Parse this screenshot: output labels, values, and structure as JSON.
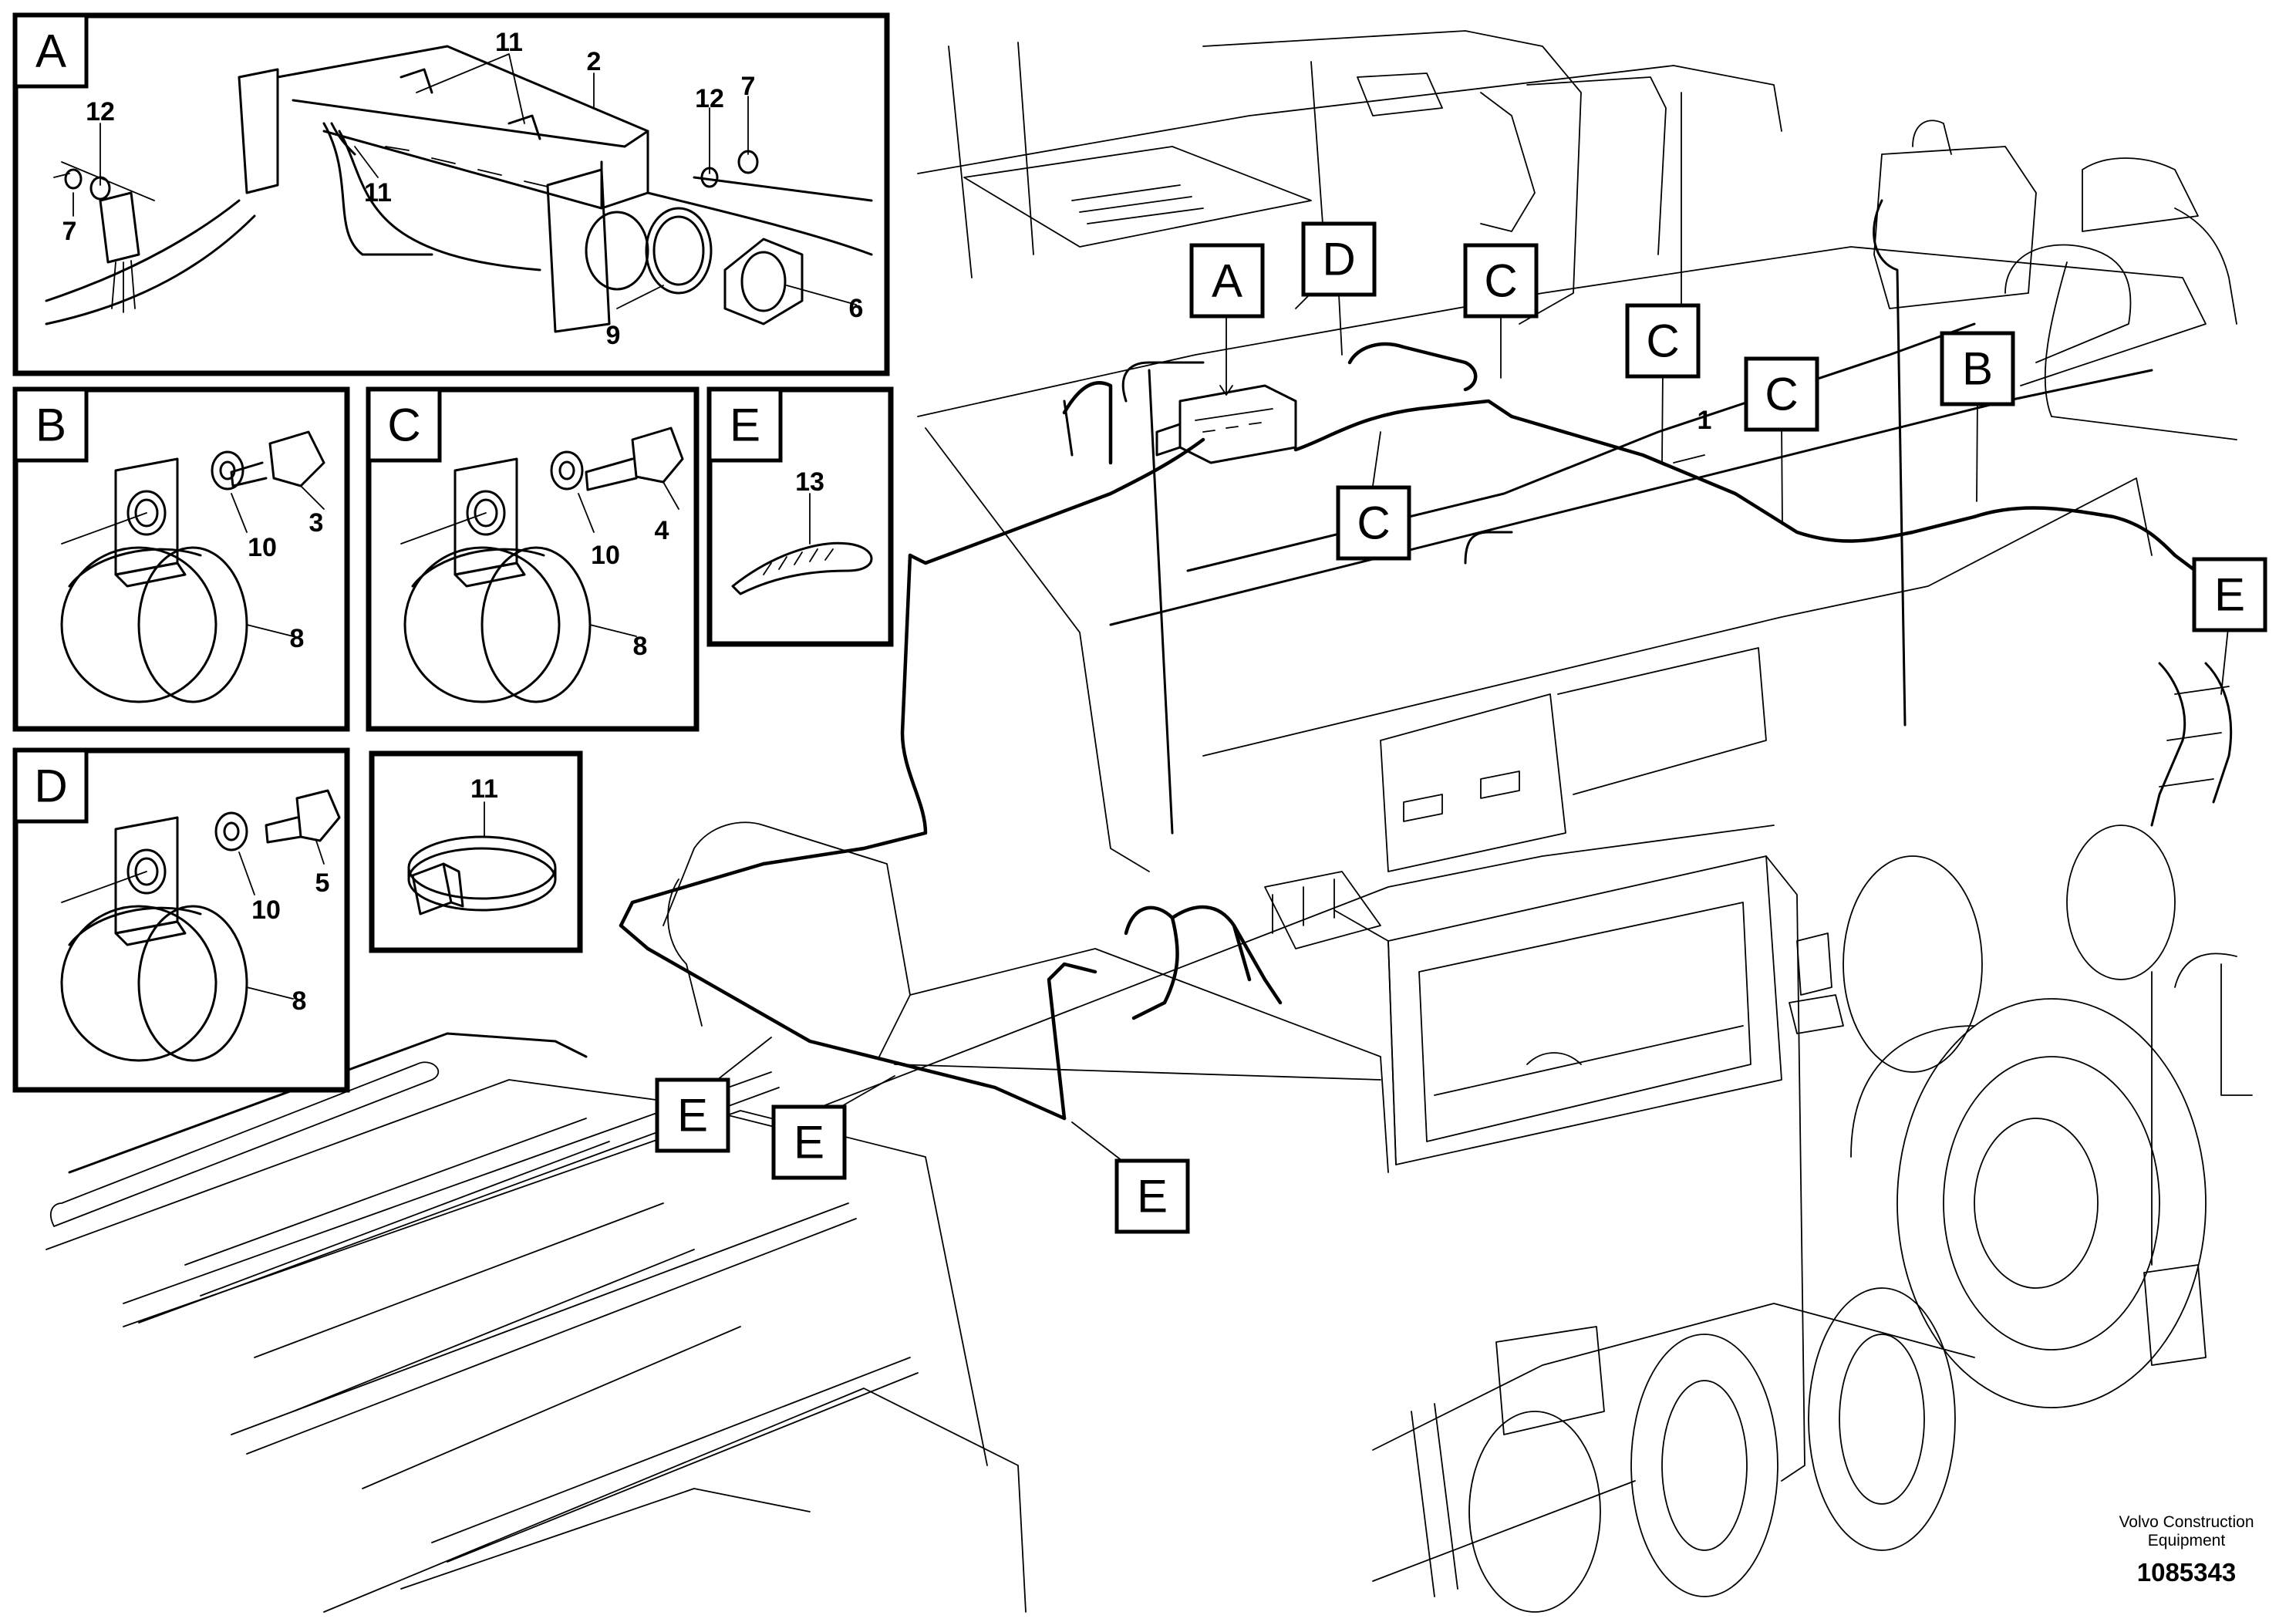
{
  "detail_panels": [
    {
      "id": "A",
      "label": "A"
    },
    {
      "id": "B",
      "label": "B"
    },
    {
      "id": "C",
      "label": "C"
    },
    {
      "id": "D",
      "label": "D"
    },
    {
      "id": "E",
      "label": "E"
    },
    {
      "id": "clamp11",
      "label": ""
    }
  ],
  "callouts": [
    {
      "key": "A",
      "text": "A"
    },
    {
      "key": "D",
      "text": "D"
    },
    {
      "key": "C1",
      "text": "C"
    },
    {
      "key": "C2",
      "text": "C"
    },
    {
      "key": "C3",
      "text": "C"
    },
    {
      "key": "C4",
      "text": "C"
    },
    {
      "key": "B",
      "text": "B"
    },
    {
      "key": "E1",
      "text": "E"
    },
    {
      "key": "E2",
      "text": "E"
    },
    {
      "key": "E3",
      "text": "E"
    },
    {
      "key": "E4",
      "text": "E"
    }
  ],
  "part_numbers": {
    "A": [
      "11",
      "2",
      "12",
      "7",
      "12",
      "7",
      "11",
      "9",
      "6"
    ],
    "B": [
      "10",
      "3",
      "8"
    ],
    "C": [
      "10",
      "4",
      "8"
    ],
    "D": [
      "10",
      "5",
      "8"
    ],
    "E": [
      "13"
    ],
    "clamp": [
      "11"
    ],
    "main": [
      "1"
    ]
  },
  "footer": {
    "brand_line1": "Volvo Construction",
    "brand_line2": "Equipment",
    "doc_number": "1085343"
  }
}
